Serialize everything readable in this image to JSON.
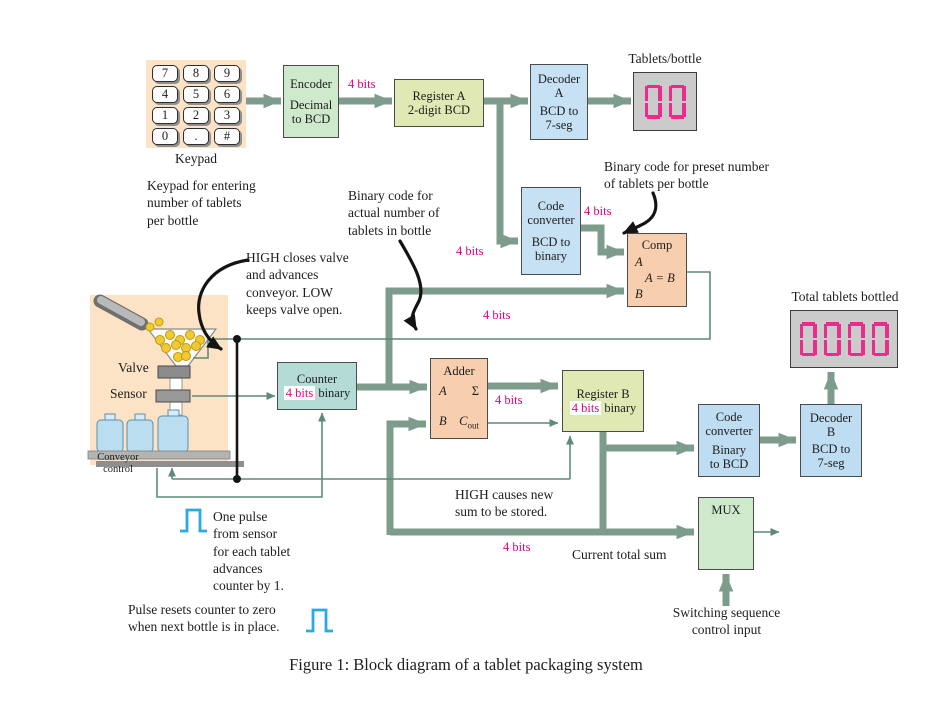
{
  "figure_caption": "Figure 1: Block diagram of a tablet packaging system",
  "four_bits": "4 bits",
  "keypad": {
    "keys": [
      "7",
      "8",
      "9",
      "4",
      "5",
      "6",
      "1",
      "2",
      "3",
      "0",
      ".",
      "#"
    ],
    "label": "Keypad",
    "note": "Keypad for entering\nnumber of tablets\nper bottle"
  },
  "blocks": {
    "encoder": {
      "title": "Encoder",
      "subtitle": "Decimal\nto BCD"
    },
    "register_a": {
      "title": "Register A",
      "subtitle": "2-digit BCD"
    },
    "decoder_a": {
      "title": "Decoder\nA",
      "subtitle": "BCD to\n7-seg"
    },
    "code_converter_a": {
      "title": "Code\nconverter",
      "subtitle": "BCD to\nbinary"
    },
    "comparator": {
      "title": "Comp",
      "input_a": "A",
      "equality": "A = B",
      "input_b": "B"
    },
    "counter": {
      "title": "Counter",
      "bits": "4 bits",
      "mode": "binary"
    },
    "adder": {
      "title": "Adder",
      "input_a": "A",
      "sum": "Σ",
      "input_b": "B",
      "carry_base": "C",
      "carry_sub": "out"
    },
    "register_b": {
      "title": "Register B",
      "bits": "4 bits",
      "mode": "binary"
    },
    "code_converter_b": {
      "title": "Code\nconverter",
      "subtitle": "Binary\nto BCD"
    },
    "decoder_b": {
      "title": "Decoder\nB",
      "subtitle": "BCD to\n7-seg"
    },
    "mux": {
      "title": "MUX"
    }
  },
  "displays": {
    "tablets_per_bottle": {
      "label": "Tablets/bottle",
      "value": "00"
    },
    "total_bottled": {
      "label": "Total tablets bottled",
      "value": "0000"
    }
  },
  "plant": {
    "valve": "Valve",
    "sensor": "Sensor",
    "conveyor": "Conveyor\ncontrol"
  },
  "notes": {
    "preset": "Binary code for preset number\nof tablets per bottle",
    "actual": "Binary code for\nactual number of\ntablets in bottle",
    "valve_control": "HIGH closes valve\nand advances\nconveyor. LOW\nkeeps valve open.",
    "store_sum": "HIGH causes new\nsum to be stored.",
    "current_total": "Current total sum",
    "switching": "Switching sequence\ncontrol input",
    "one_pulse": "One pulse\nfrom sensor\nfor each tablet\nadvances\ncounter by 1.",
    "reset_pulse": "Pulse resets counter to zero\nwhen next bottle is in place."
  },
  "colors": {
    "wire_thick": "#7d9c8c",
    "wire_thin": "#5f8a77",
    "accent_magenta": "#e6007d",
    "segment_pink": "#ed2a8e",
    "pulse_cyan": "#2aabe0"
  }
}
